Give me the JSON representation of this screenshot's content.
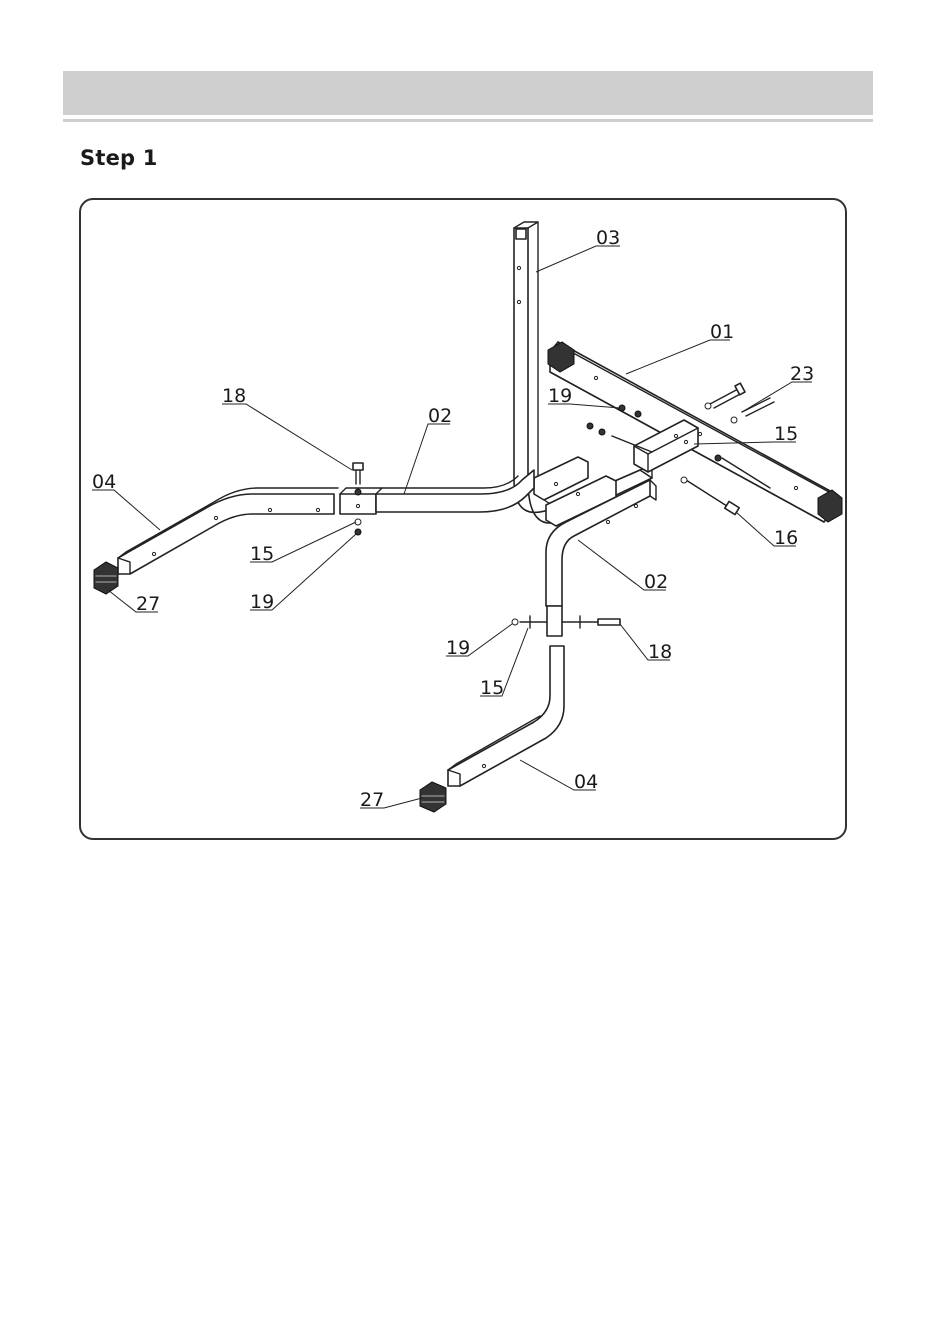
{
  "page": {
    "step_title": "Step 1"
  },
  "parts": {
    "p03": "03",
    "p01": "01",
    "p23": "23",
    "p19_top": "19",
    "p18_left": "18",
    "p02_left": "02",
    "p15_right": "15",
    "p04_left": "04",
    "p16": "16",
    "p15_left": "15",
    "p27_left": "27",
    "p19_left": "19",
    "p02_lower": "02",
    "p19_mid": "19",
    "p18_mid": "18",
    "p15_mid": "15",
    "p04_lower": "04",
    "p27_lower": "27"
  }
}
